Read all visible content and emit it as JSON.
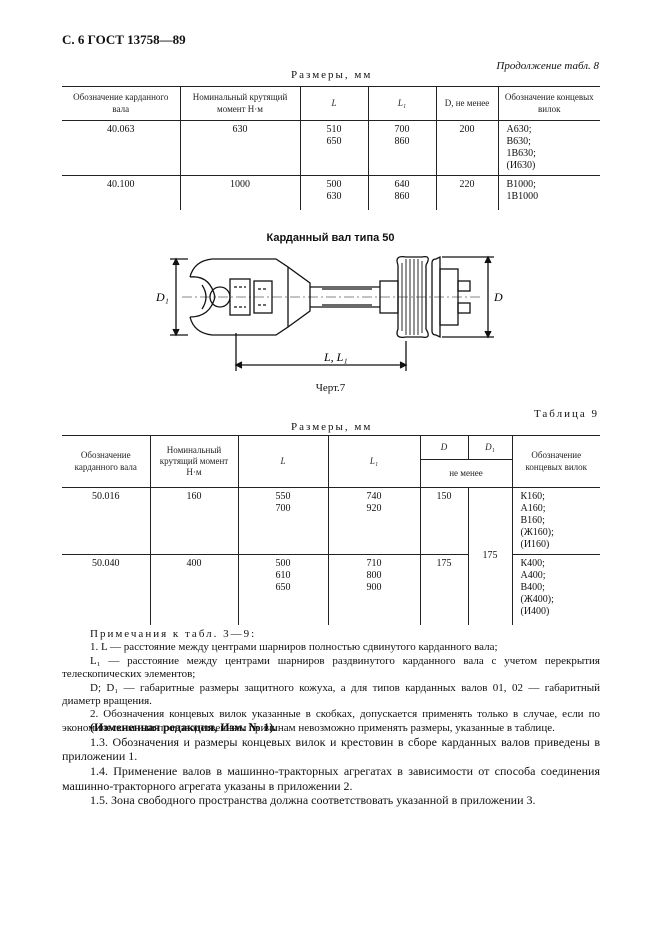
{
  "header": {
    "page": "С. 6 ГОСТ 13758—89"
  },
  "table8": {
    "continuation": "Продолжение табл. 8",
    "sizes_label": "Размеры, мм",
    "columns": [
      "Обозначение карданного вала",
      "Номинальный крутящий момент Н·м",
      "L",
      "L₁",
      "D, не менее",
      "Обозначение концевых вилок"
    ],
    "rows": [
      {
        "shaft": "40.063",
        "torque": "630",
        "L": [
          "510",
          "650"
        ],
        "L1": [
          "700",
          "860"
        ],
        "D": "200",
        "yokes": [
          "А630;",
          "В630;",
          "1В630;",
          "(И630)"
        ]
      },
      {
        "shaft": "40.100",
        "torque": "1000",
        "L": [
          "500",
          "630"
        ],
        "L1": [
          "640",
          "860"
        ],
        "D": "220",
        "yokes": [
          "В1000;",
          "1В1000"
        ]
      }
    ]
  },
  "figure": {
    "title": "Карданный вал типа 50",
    "labels": {
      "d1": "D₁",
      "d": "D",
      "length": "L, L₁"
    },
    "caption": "Черт.7"
  },
  "table9": {
    "label": "Таблица 9",
    "sizes_label": "Размеры, мм",
    "columns": [
      "Обозначение карданного вала",
      "Номинальный крутящий момент Н·м",
      "L",
      "L₁",
      "D",
      "D₁",
      "не менее",
      "Обозначение концевых вилок"
    ],
    "rows": [
      {
        "shaft": "50.016",
        "torque": "160",
        "L": [
          "550",
          "700"
        ],
        "L1": [
          "740",
          "920"
        ],
        "D": "150",
        "yokes": [
          "К160;",
          "А160;",
          "В160;",
          "(Ж160);",
          "(И160)"
        ]
      },
      {
        "shaft": "50.040",
        "torque": "400",
        "L": [
          "500",
          "610",
          "650"
        ],
        "L1": [
          "710",
          "800",
          "900"
        ],
        "D": "175",
        "yokes": [
          "К400;",
          "А400;",
          "В400;",
          "(Ж400);",
          "(И400)"
        ]
      }
    ],
    "d1_shared": "175"
  },
  "notes": {
    "heading": "Примечания к табл. 3—9:",
    "n1a": "1. L — расстояние между центрами шарниров полностью сдвинутого карданного вала;",
    "n1b": "L₁ — расстояние между центрами шарниров раздвинутого карданного вала с учетом перекрытия телескопических элементов;",
    "n1c": "D; D₁ — габаритные размеры защитного кожуха, а для типов карданных валов 01, 02 — габаритный диаметр вращения.",
    "n2": "2. Обозначения концевых вилок указанные в скобках, допускается применять только в случае, если по экономическим или производственным причинам невозможно применять размеры, указанные в таблице."
  },
  "body": {
    "revision": "(Измененная редакция, Изм. № 1).",
    "p13": "1.3. Обозначения и размеры концевых вилок и крестовин в сборе карданных валов приведены в приложении 1.",
    "p14": "1.4. Применение валов в машинно-тракторных агрегатах в зависимости от способа соединения машинно-тракторного агрегата указаны в приложении 2.",
    "p15": "1.5. Зона свободного пространства должна соответствовать указанной в приложении 3."
  }
}
